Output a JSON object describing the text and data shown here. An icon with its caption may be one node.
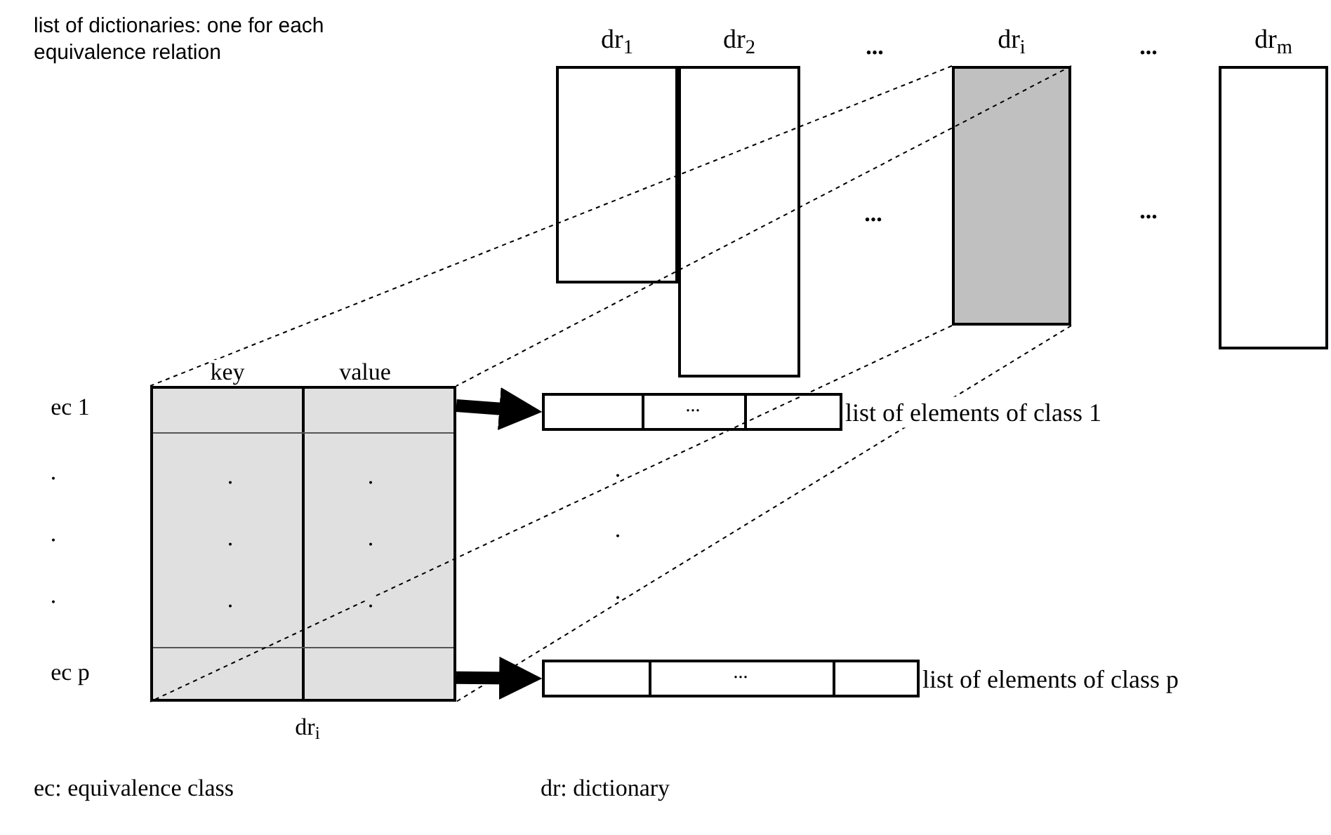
{
  "diagram": {
    "nodes": [
      {
        "text": [
          "dr$_{1}$"
        ]
      },
      {
        "text": [
          "dr$_{2}$"
        ]
      },
      {
        "text": [
          "dr$_{i}$"
        ]
      },
      {
        "text": [
          "dr$_{m}$"
        ]
      },
      {
        "text": [
          "key",
          "value",
          ".",
          ".",
          ".",
          ".",
          ".",
          ".",
          "dr$_{i}$"
        ]
      },
      {
        "text": [
          "..."
        ],
        "beside": [
          "list of elements of class 1"
        ]
      },
      {
        "text": [
          "..."
        ],
        "beside": [
          "list of elements of class p"
        ]
      }
    ],
    "edges": [
      {
        "from": 4,
        "to": 5,
        "arrow": "to"
      },
      {
        "from": 4,
        "to": 6,
        "arrow": "to"
      }
    ],
    "labels": [
      "list of dictionaries: one for each equivalence relation",
      "...",
      "...",
      "...",
      "...",
      "ec 1",
      ".",
      ".",
      ".",
      ".",
      ".",
      ".",
      "ec p",
      "ec: equivalence class",
      "dr: dictionary"
    ]
  }
}
